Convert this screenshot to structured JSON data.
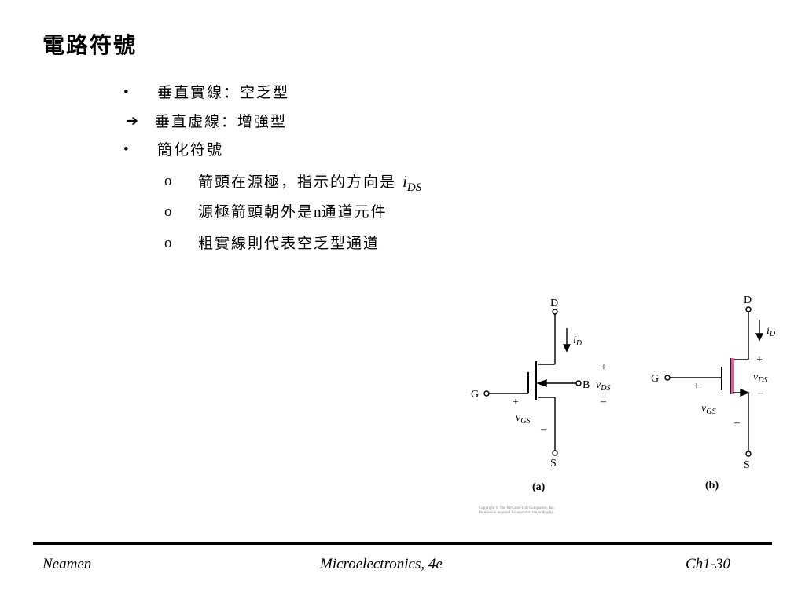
{
  "slide": {
    "title": "電路符號",
    "bullets": [
      {
        "marker": "•",
        "text": "垂直實線：空乏型"
      },
      {
        "marker": "➔",
        "text": "垂直虛線：增強型"
      },
      {
        "marker": "•",
        "text": "簡化符號"
      }
    ],
    "subbullets": [
      {
        "marker": "o",
        "text": "箭頭在源極，指示的方向是",
        "suffix_i": "i",
        "suffix_sub": "DS"
      },
      {
        "marker": "o",
        "text_a": "源極箭頭朝外是",
        "text_n": "n",
        "text_b": "通道元件"
      },
      {
        "marker": "o",
        "text": "粗實線則代表空乏型通道"
      }
    ]
  },
  "figure": {
    "a": {
      "D": "D",
      "S": "S",
      "G": "G",
      "B": "B",
      "iD_i": "i",
      "iD_sub": "D",
      "vDS_v": "v",
      "vDS_sub": "DS",
      "vGS_v": "v",
      "vGS_sub": "GS",
      "plus": "+",
      "minus": "–",
      "caption": "(a)"
    },
    "b": {
      "D": "D",
      "S": "S",
      "G": "G",
      "iD_i": "i",
      "iD_sub": "D",
      "vDS_v": "v",
      "vDS_sub": "DS",
      "vGS_v": "v",
      "vGS_sub": "GS",
      "plus": "+",
      "minus": "–",
      "caption": "(b)"
    },
    "copyright_line1": "Copyright © The McGraw-Hill Companies, Inc.",
    "copyright_line2": "Permission required for reproduction or display.",
    "channel_color": "#d9609a"
  },
  "footer": {
    "left": "Neamen",
    "center": "Microelectronics, 4e",
    "right": "Ch1-30"
  }
}
